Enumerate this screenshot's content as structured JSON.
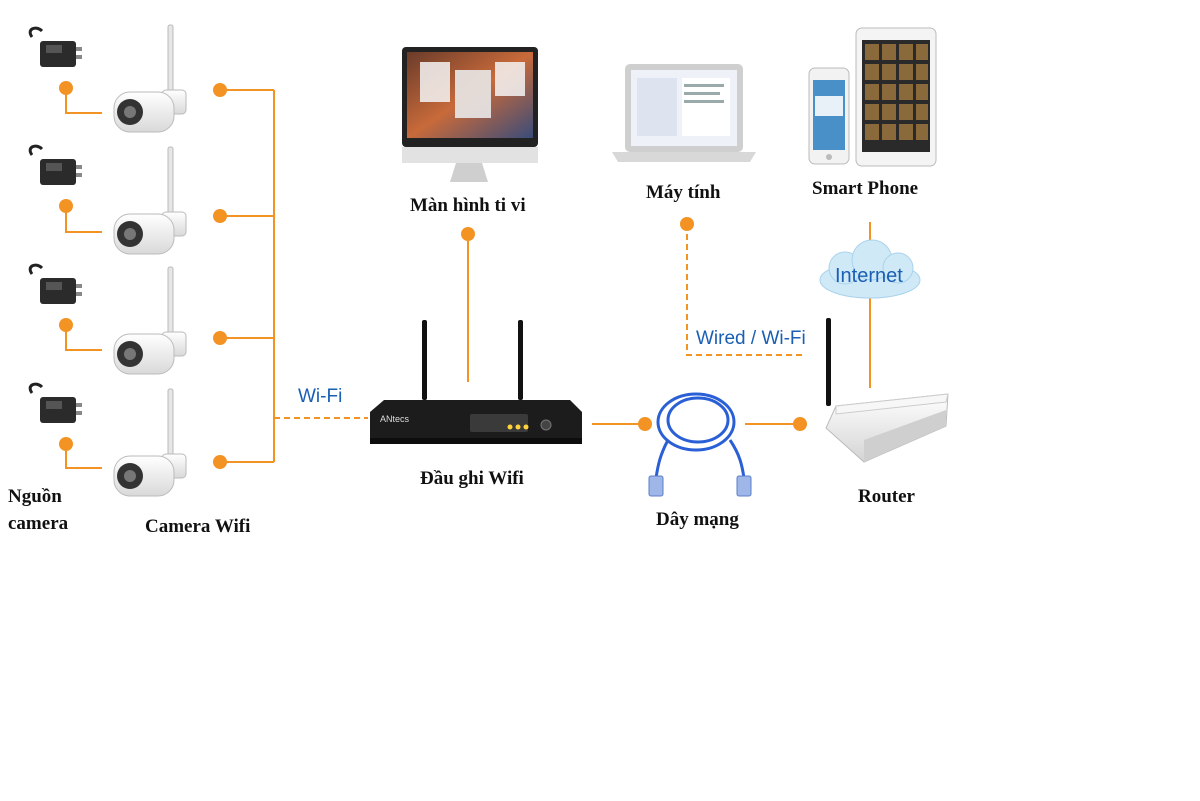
{
  "labels": {
    "power": "Nguồn",
    "power_line2": "camera",
    "camera": "Camera Wifi",
    "nvr": "Đầu ghi Wifi",
    "tv": "Màn hình ti vi",
    "computer": "Máy tính",
    "phone": "Smart Phone",
    "internet": "Internet",
    "wired_wifi": "Wired / Wi-Fi",
    "wifi": "Wi-Fi",
    "cable": "Dây mạng",
    "router": "Router"
  },
  "nvr_brand": "ANtecs",
  "colors": {
    "connector": "#f39324",
    "link_label": "#1a5fb4",
    "cloud": "#cfe9f7",
    "nvr_body": "#1c1c1c",
    "cable": "#2a5fd6"
  }
}
